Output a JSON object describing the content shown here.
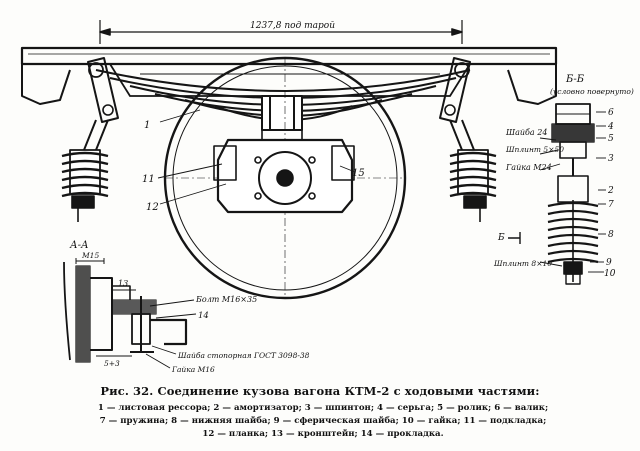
{
  "labels": {
    "dimension_top": "1237,8 под тарой",
    "section_bb": "Б-Б",
    "section_bb_note": "(условно повернуто)",
    "section_aa": "А-А",
    "dim_m15": "М15",
    "dim_13": "13",
    "dim_5_3": "5+3",
    "washer": "Шайба 24",
    "cotter_5x50": "Шплинт 5×50",
    "nut_m24": "Гайка М24",
    "cotter_8x10": "Шплинт 8×10",
    "bolt": "Болт М16×35",
    "lock_washer": "Шайба стопорная ГОСТ 3098-38",
    "nut_m16": "Гайка М16",
    "b_mark": "Б"
  },
  "numbers": {
    "n1": "1",
    "n2": "2",
    "n3": "3",
    "n4": "4",
    "n5": "5",
    "n6": "6",
    "n7": "7",
    "n8": "8",
    "n9": "9",
    "n10": "10",
    "n11": "11",
    "n12": "12",
    "n14": "14",
    "n15": "15"
  },
  "caption": {
    "title": "Рис. 32. Соединение кузова вагона КТМ-2 с ходовыми частями:",
    "line1": "1 — листовая рессора; 2 — амортизатор; 3 — шпинтон; 4 — серьга; 5 — ролик; 6 — валик;",
    "line2": "7 — пружина; 8 — нижняя шайба; 9 — сферическая шайба; 10 — гайка; 11 — подкладка;",
    "line3": "12 — планка; 13 — кронштейн; 14 — прокладка."
  }
}
